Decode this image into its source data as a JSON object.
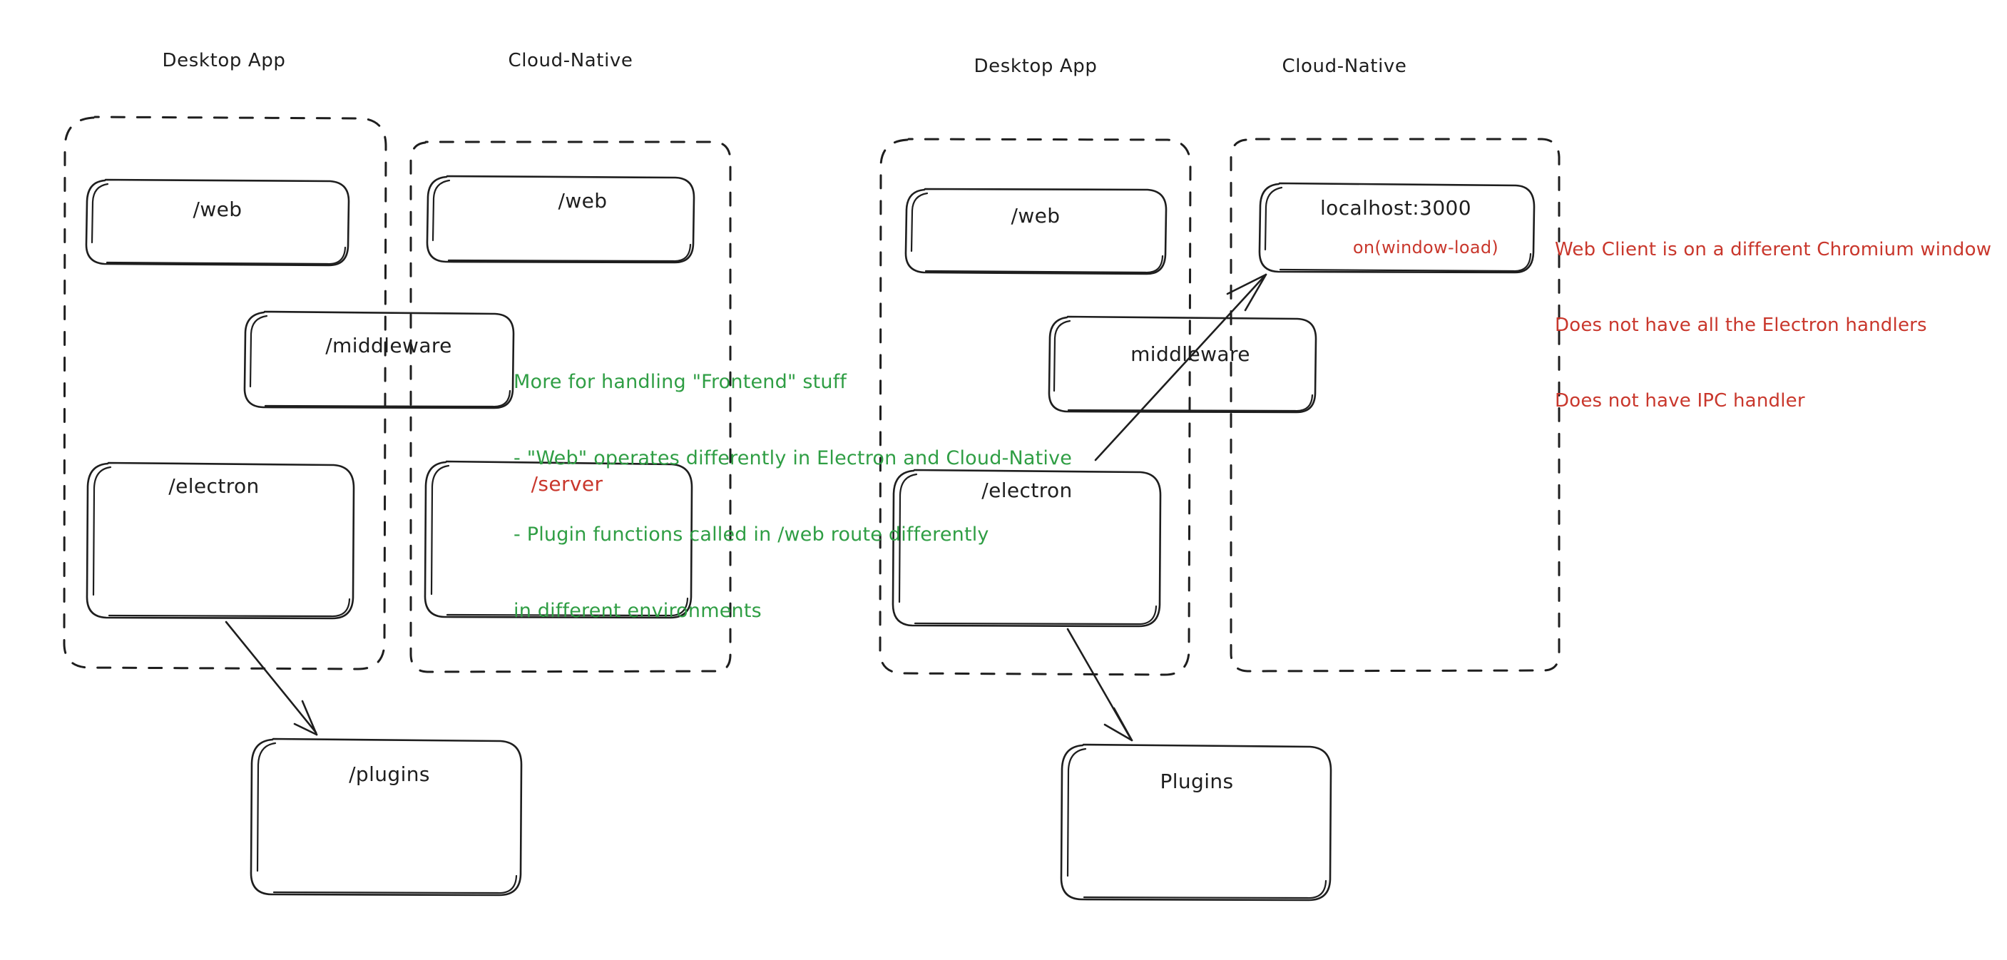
{
  "diagram": {
    "title_left_desktop": "Desktop App",
    "title_left_cloud": "Cloud-Native",
    "title_right_desktop": "Desktop App",
    "title_right_cloud": "Cloud-Native"
  },
  "left_diagram": {
    "desktop_group_label": "Desktop App",
    "cloud_group_label": "Cloud-Native",
    "nodes": {
      "web_desktop": "/web",
      "web_cloud": "/web",
      "middleware": "/middleware",
      "electron": "/electron",
      "server": "/server",
      "plugins": "/plugins"
    }
  },
  "right_diagram": {
    "desktop_group_label": "Desktop App",
    "cloud_group_label": "Cloud-Native",
    "nodes": {
      "web_desktop": "/web",
      "localhost": "localhost:3000",
      "localhost_sub": "on(window-load)",
      "middleware": "middleware",
      "electron": "/electron",
      "plugins": "Plugins"
    }
  },
  "notes": {
    "green": {
      "line1": "More for handling \"Frontend\" stuff",
      "line2": "- \"Web\" operates differently in Electron and Cloud-Native",
      "line3": "- Plugin functions called in /web route differently",
      "line4": "in different environments",
      "color": "#2f9e44"
    },
    "red": {
      "line1": "Web Client is on a different Chromium window",
      "line2": "Does not have all the Electron handlers",
      "line3": "Does not have IPC handler",
      "color": "#c9372c"
    }
  },
  "colors": {
    "stroke": "#1e1e1e",
    "green": "#2f9e44",
    "red": "#c9372c",
    "background": "#ffffff"
  }
}
